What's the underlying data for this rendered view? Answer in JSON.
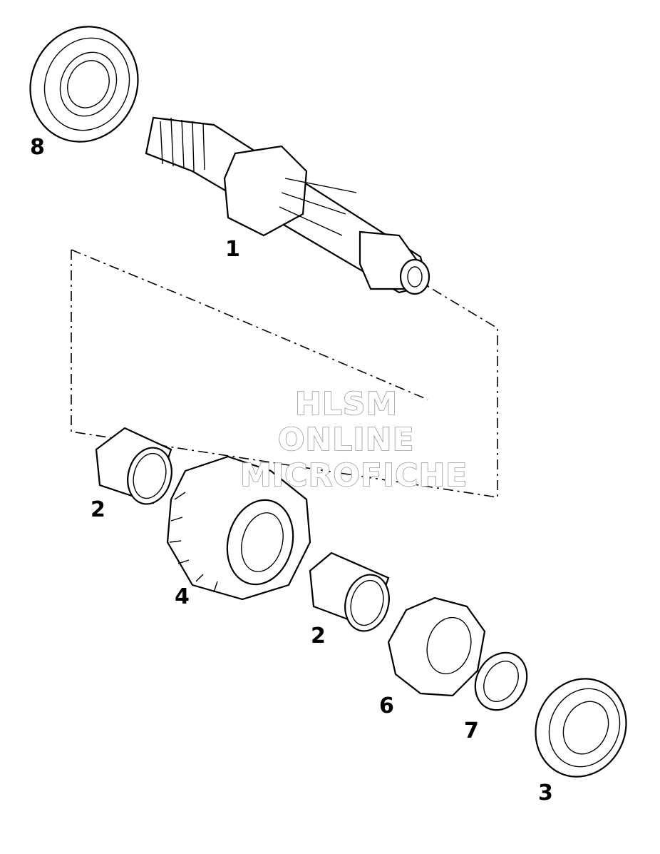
{
  "watermark": {
    "line1": "HLSM",
    "line2": "ONLINE",
    "line3": "MICROFICHE"
  },
  "callouts": [
    {
      "id": "1",
      "text": "1"
    },
    {
      "id": "2a",
      "text": "2"
    },
    {
      "id": "2b",
      "text": "2"
    },
    {
      "id": "3",
      "text": "3"
    },
    {
      "id": "4",
      "text": "4"
    },
    {
      "id": "6",
      "text": "6"
    },
    {
      "id": "7",
      "text": "7"
    },
    {
      "id": "8",
      "text": "8"
    }
  ]
}
